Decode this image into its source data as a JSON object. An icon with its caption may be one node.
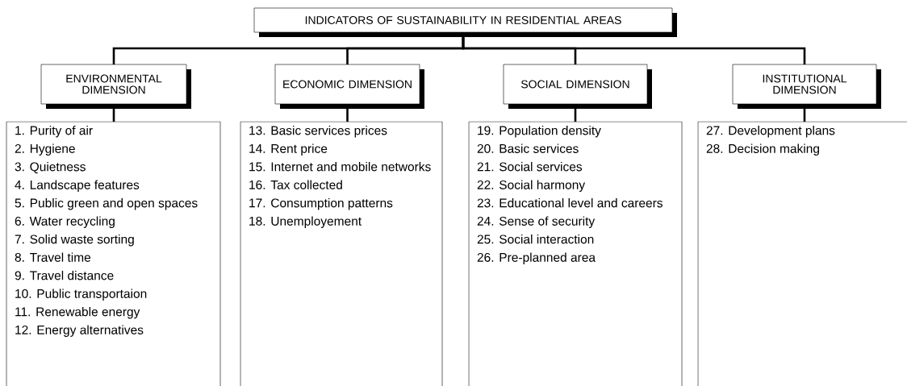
{
  "diagram": {
    "nodes": [
      {
        "text": [
          "INDICATORS OF SUSTAINABILITY IN RESIDENTIAL AREAS"
        ]
      },
      {
        "text": [
          "ENVIRONMENTAL DIMENSION"
        ]
      },
      {
        "text": [
          "ECONOMIC DIMENSION"
        ]
      },
      {
        "text": [
          "SOCIAL DIMENSION"
        ]
      },
      {
        "text": [
          "INSTITUTIONAL DIMENSION"
        ]
      },
      {
        "text": [
          "1. Purity of air",
          "2. Hygiene",
          "3. Quietness",
          "4. Landscape features",
          "5. Public green and open spaces",
          "6. Water recycling",
          "7. Solid waste sorting",
          "8. Travel time",
          "9. Travel distance",
          "10. Public transportaion",
          "11. Renewable energy",
          "12. Energy alternatives"
        ]
      },
      {
        "text": [
          "13. Basic services prices",
          "14. Rent price",
          "15. Internet and mobile networks",
          "16. Tax collected",
          "17. Consumption patterns",
          "18. Unemployement"
        ]
      },
      {
        "text": [
          "19. Population density",
          "20. Basic services",
          "21. Social services",
          "22. Social harmony",
          "23. Educational level and careers",
          "24. Sense of security",
          "25. Social interaction",
          "26. Pre-planned area"
        ]
      },
      {
        "text": [
          "27. Development plans",
          "28. Decision making"
        ]
      }
    ],
    "edges": [
      {
        "from": 0,
        "to": 1,
        "arrow": "none"
      },
      {
        "from": 0,
        "to": 2,
        "arrow": "none"
      },
      {
        "from": 0,
        "to": 3,
        "arrow": "none"
      },
      {
        "from": 0,
        "to": 4,
        "arrow": "none"
      },
      {
        "from": 1,
        "to": 5,
        "arrow": "none"
      },
      {
        "from": 2,
        "to": 6,
        "arrow": "none"
      },
      {
        "from": 3,
        "to": 7,
        "arrow": "none"
      },
      {
        "from": 4,
        "to": 8,
        "arrow": "none"
      }
    ]
  }
}
